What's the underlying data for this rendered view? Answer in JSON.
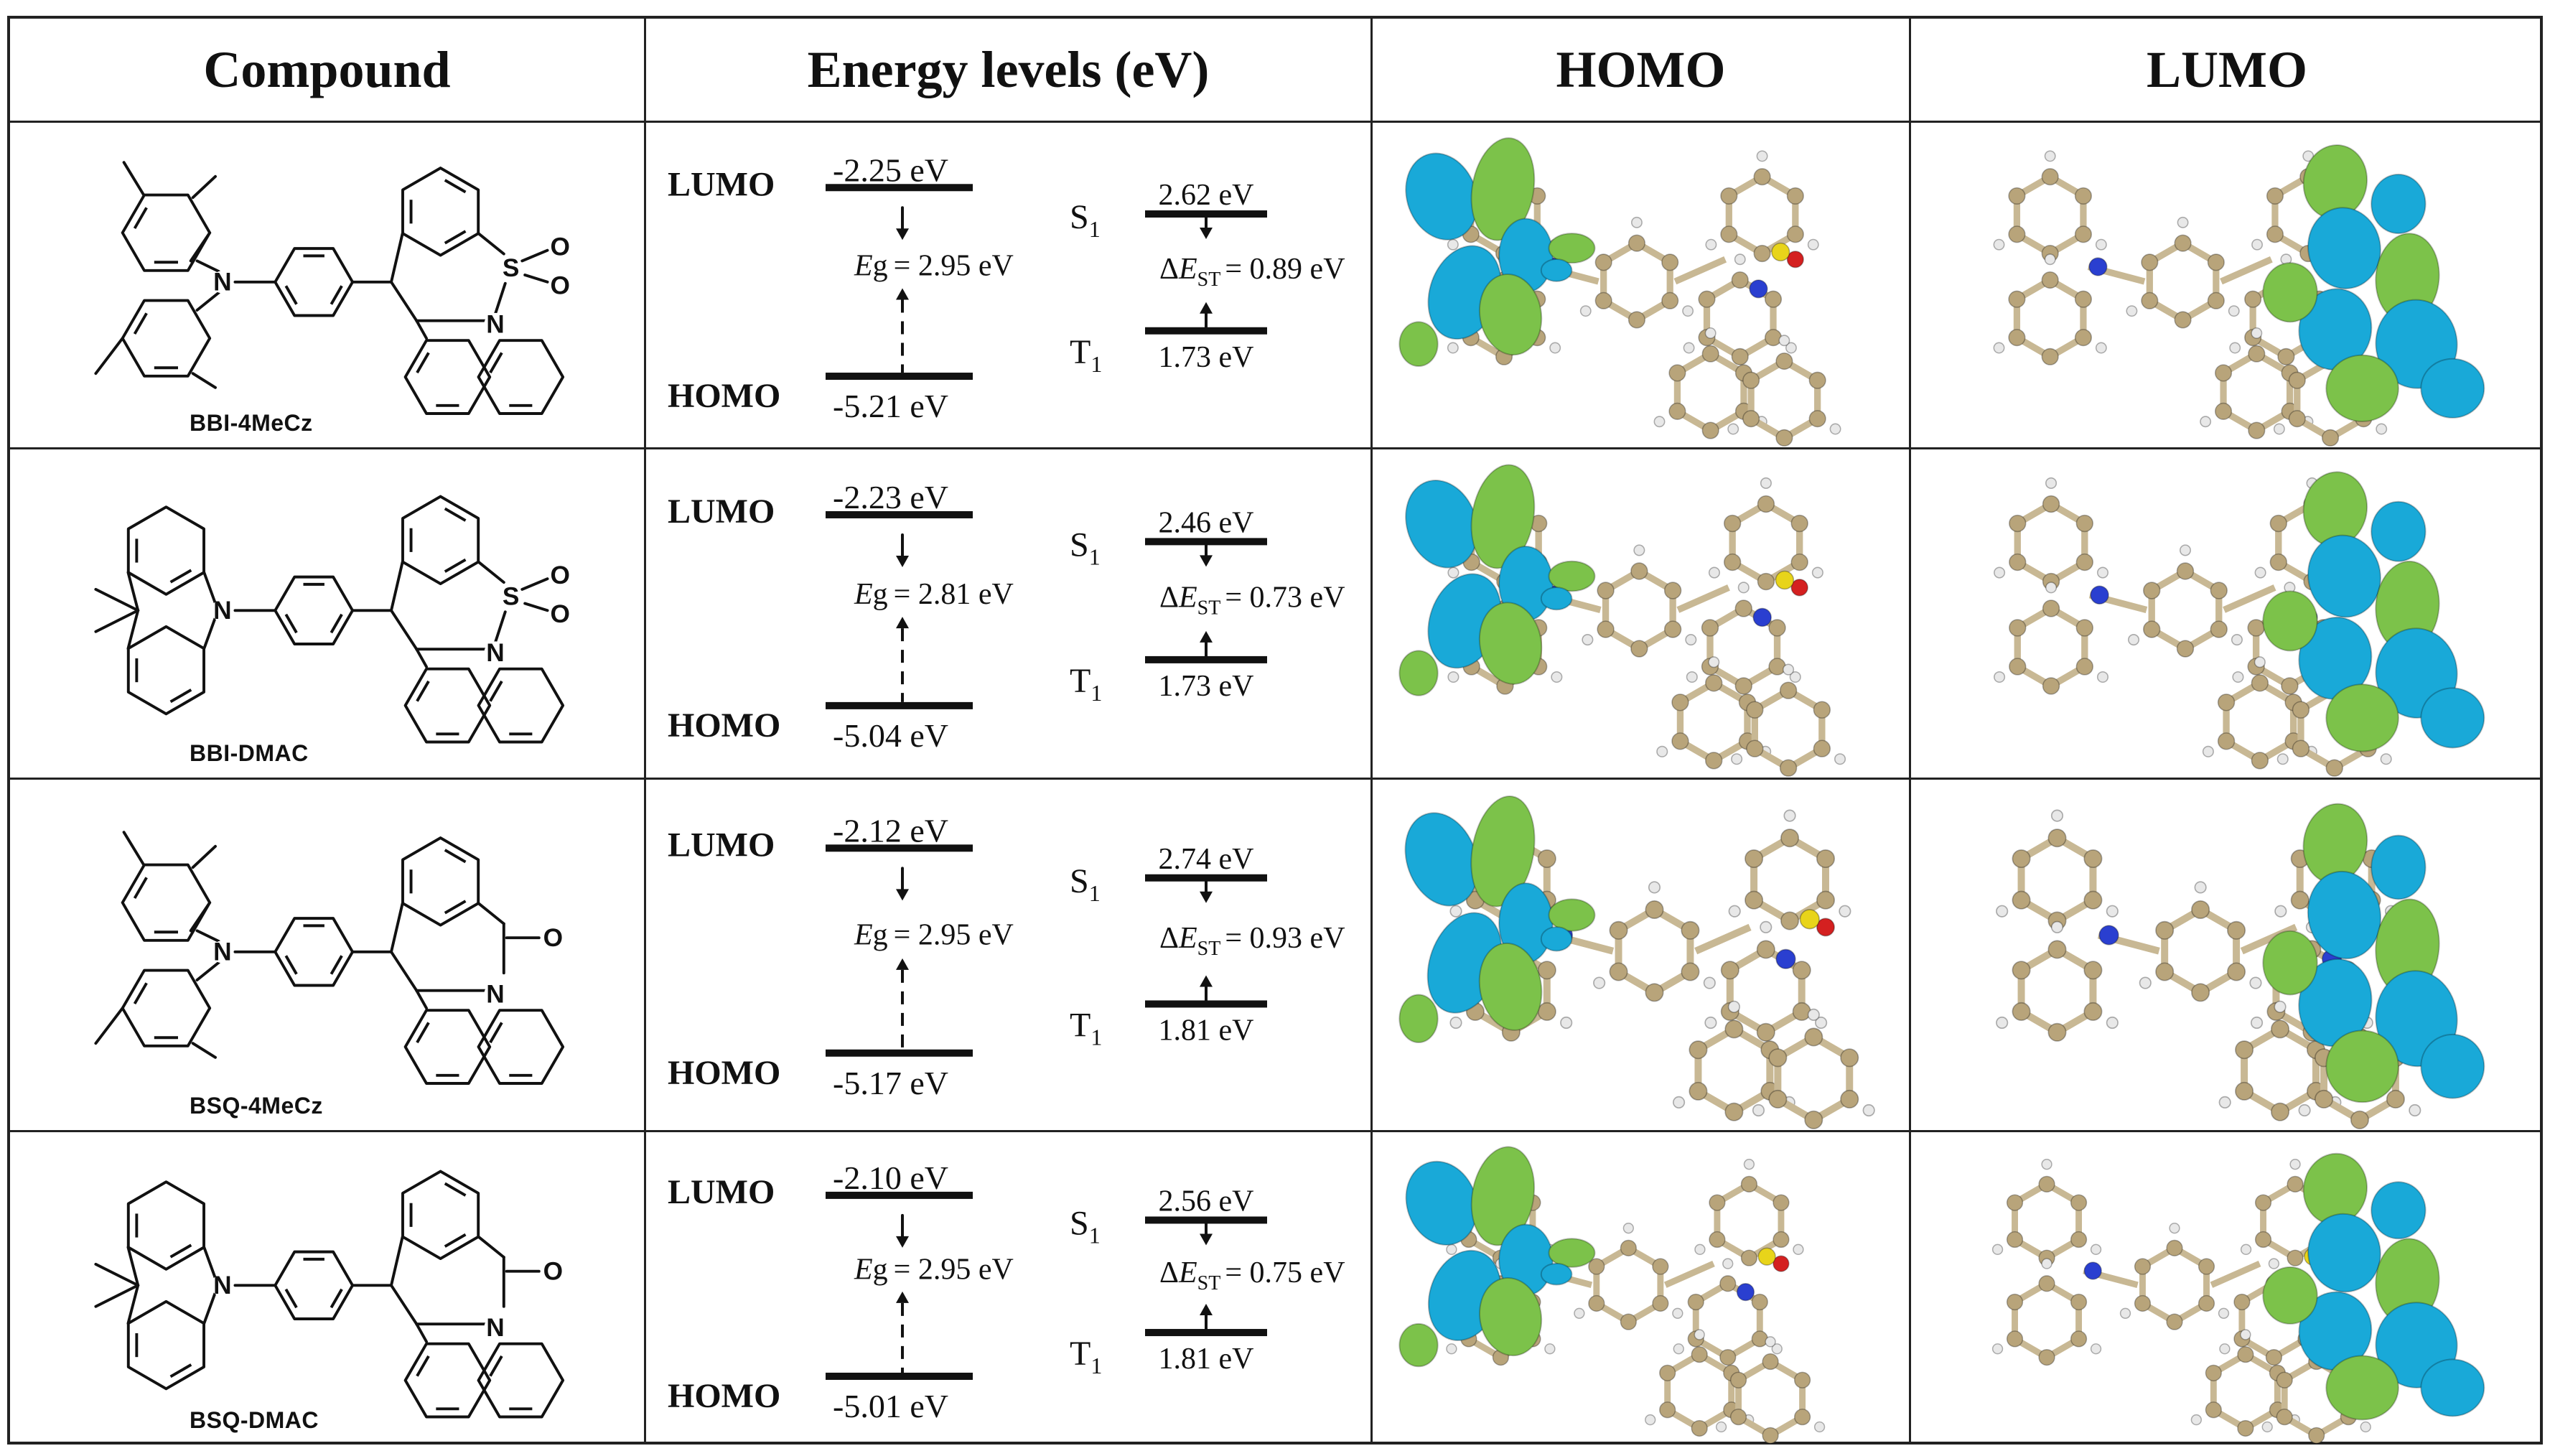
{
  "headers": {
    "compound": "Compound",
    "energy": "Energy levels (eV)",
    "homo": "HOMO",
    "lumo": "LUMO"
  },
  "labels": {
    "lumo": "LUMO",
    "homo": "HOMO",
    "s1": "S",
    "t1": "T",
    "sub1": "1",
    "eg": "E",
    "eg_suffix": "g",
    "delta": "Δ",
    "dest_e": "E",
    "dest_sub": "ST"
  },
  "rows": [
    {
      "name": "BBI-4MeCz",
      "donor": "4MeCz",
      "acceptor": "BBI",
      "lumo": "-2.25 eV",
      "homo": "-5.21 eV",
      "eg": "= 2.95 eV",
      "s1": "2.62 eV",
      "t1": "1.73 eV",
      "dest": "= 0.89 eV"
    },
    {
      "name": "BBI-DMAC",
      "donor": "DMAC",
      "acceptor": "BBI",
      "lumo": "-2.23 eV",
      "homo": "-5.04 eV",
      "eg": "= 2.81 eV",
      "s1": "2.46 eV",
      "t1": "1.73 eV",
      "dest": "= 0.73 eV"
    },
    {
      "name": "BSQ-4MeCz",
      "donor": "4MeCz",
      "acceptor": "BSQ",
      "lumo": "-2.12 eV",
      "homo": "-5.17 eV",
      "eg": "= 2.95 eV",
      "s1": "2.74 eV",
      "t1": "1.81 eV",
      "dest": "= 0.93 eV"
    },
    {
      "name": "BSQ-DMAC",
      "donor": "DMAC",
      "acceptor": "BSQ",
      "lumo": "-2.10 eV",
      "homo": "-5.01 eV",
      "eg": "= 2.95 eV",
      "s1": "2.56 eV",
      "t1": "1.81 eV",
      "dest": "= 0.75 eV"
    }
  ],
  "structure_atoms": {
    "sulfur": "S",
    "nitrogen": "N",
    "oxygen": "O"
  },
  "colors": {
    "orbital_blue": "#19a9d8",
    "orbital_green": "#7cc24a",
    "carbon": "#b8a47a",
    "bond": "#c8b894",
    "hydrogen": "#e8e8e8",
    "nitrogen_atom": "#2a3fd0",
    "oxygen_atom": "#d42020",
    "sulfur_atom": "#e8d41a"
  }
}
